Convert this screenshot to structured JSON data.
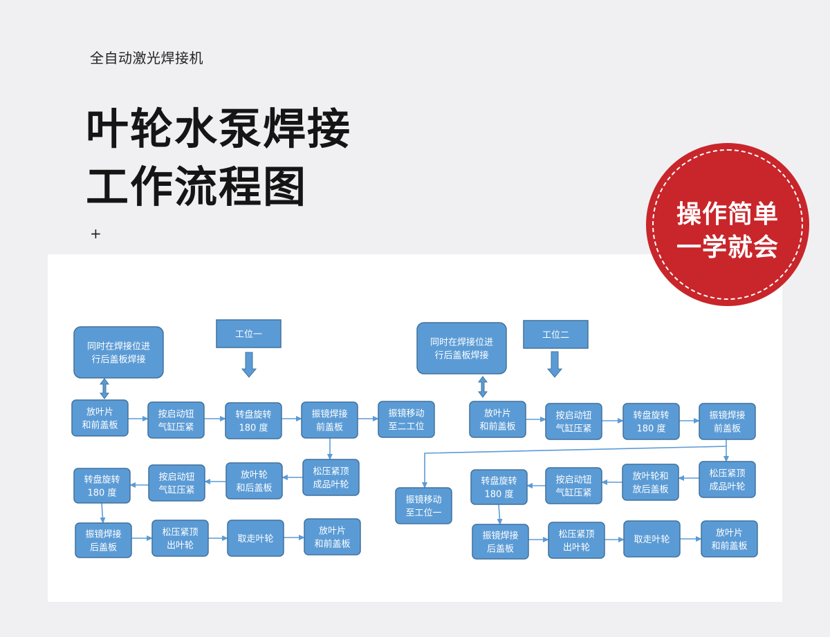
{
  "header": {
    "subtitle": "全自动激光焊接机",
    "title_line1": "叶轮水泵焊接",
    "title_line2": "工作流程图",
    "plus": "+"
  },
  "badge": {
    "line1": "操作简单",
    "line2": "一学就会",
    "color": "#c8262b"
  },
  "colors": {
    "node_fill": "#5b9bd5",
    "node_border": "#41719c",
    "connector": "#5b9bd5"
  },
  "diagram": {
    "station1": {
      "label": "工位一",
      "sync_note": [
        "同时在焊接位进",
        "行后盖板焊接"
      ],
      "row1": [
        [
          "放叶片",
          "和前盖板"
        ],
        [
          "按启动钮",
          "气缸压紧"
        ],
        [
          "转盘旋转",
          "180 度"
        ],
        [
          "振镜焊接",
          "前盖板"
        ],
        [
          "振镜移动",
          "至二工位"
        ]
      ],
      "row2": [
        [
          "转盘旋转",
          "180 度"
        ],
        [
          "按启动钮",
          "气缸压紧"
        ],
        [
          "放叶轮",
          "和后盖板"
        ],
        [
          "松压紧顶",
          "成品叶轮"
        ]
      ],
      "row3": [
        [
          "振镜焊接",
          "后盖板"
        ],
        [
          "松压紧顶",
          "出叶轮"
        ],
        [
          "取走叶轮"
        ],
        [
          "放叶片",
          "和前盖板"
        ]
      ]
    },
    "station2": {
      "label": "工位二",
      "sync_note": [
        "同时在焊接位进",
        "行后盖板焊接"
      ],
      "return_step": [
        "振镜移动",
        "至工位一"
      ],
      "row1": [
        [
          "放叶片",
          "和前盖板"
        ],
        [
          "按启动钮",
          "气缸压紧"
        ],
        [
          "转盘旋转",
          "180 度"
        ],
        [
          "振镜焊接",
          "前盖板"
        ]
      ],
      "row2": [
        [
          "转盘旋转",
          "180 度"
        ],
        [
          "按启动钮",
          "气缸压紧"
        ],
        [
          "放叶轮和",
          "放后盖板"
        ],
        [
          "松压紧顶",
          "成品叶轮"
        ]
      ],
      "row3": [
        [
          "振镜焊接",
          "后盖板"
        ],
        [
          "松压紧顶",
          "出叶轮"
        ],
        [
          "取走叶轮"
        ],
        [
          "放叶片",
          "和前盖板"
        ]
      ]
    }
  }
}
